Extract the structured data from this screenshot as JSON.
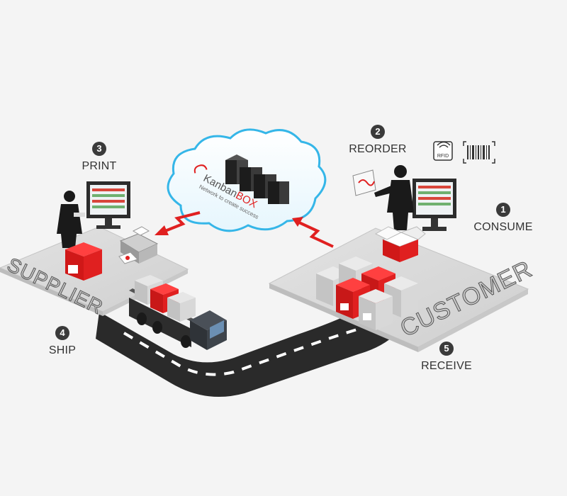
{
  "steps": {
    "consume": {
      "num": "1",
      "label": "CONSUME"
    },
    "reorder": {
      "num": "2",
      "label": "REORDER"
    },
    "print": {
      "num": "3",
      "label": "PRINT"
    },
    "ship": {
      "num": "4",
      "label": "SHIP"
    },
    "receive": {
      "num": "5",
      "label": "RECEIVE"
    }
  },
  "zones": {
    "supplier": "SUPPLIER",
    "customer": "CUSTOMER"
  },
  "cloud": {
    "brand_prefix": "Kanban",
    "brand_suffix": "BOX",
    "tagline": "Network to create success"
  },
  "rfid": {
    "label": "RFID"
  },
  "colors": {
    "accent_red": "#e02020",
    "platform": "#d9d9d9",
    "cloud_border": "#35b6e8",
    "road": "#2a2a2a"
  },
  "icons": [
    "rfid-icon",
    "barcode-icon",
    "server-rack-icon",
    "printer-icon",
    "monitor-icon",
    "truck-icon",
    "box-icon",
    "person-icon",
    "lightning-arrow-icon"
  ]
}
